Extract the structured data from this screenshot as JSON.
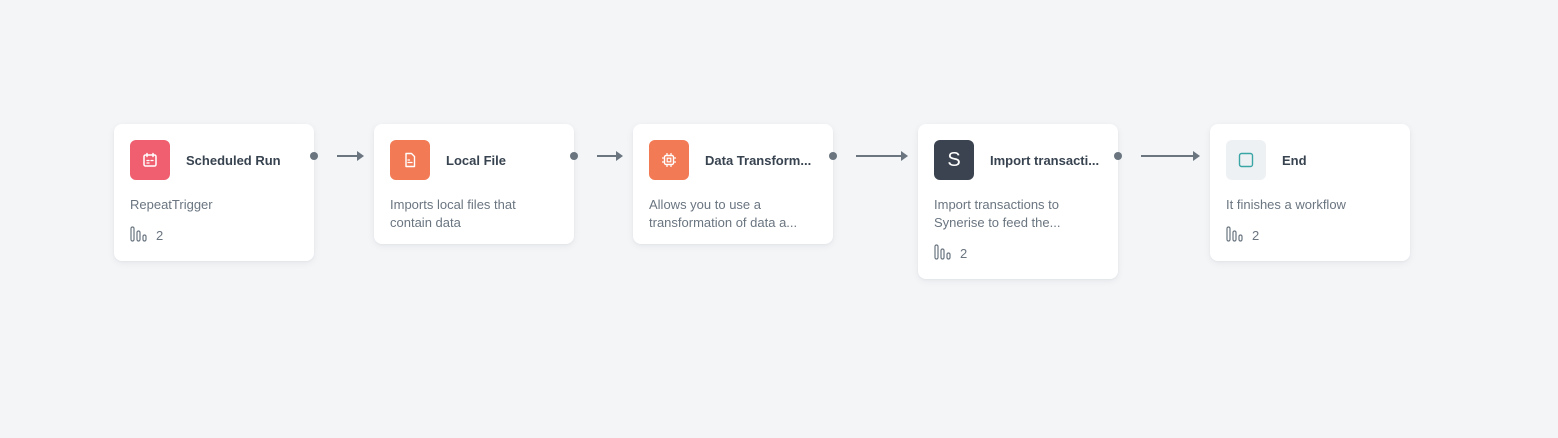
{
  "colors": {
    "canvas_bg": "#f3f5f7",
    "trigger_icon_bg": "#f05f6f",
    "file_icon_bg": "#f27a55",
    "transform_icon_bg": "#f27a55",
    "synerise_icon_bg": "#3b4350",
    "end_icon_bg": "#eef1f4",
    "end_icon_stroke": "#3aa5a5",
    "connector": "#6a7580"
  },
  "nodes": [
    {
      "title": "Scheduled Run",
      "description": "RepeatTrigger",
      "icon": "calendar-icon",
      "stats_icon": "bar-stats-icon",
      "stats_count": "2"
    },
    {
      "title": "Local File",
      "description": "Imports local files that contain data",
      "icon": "file-icon"
    },
    {
      "title": "Data Transform...",
      "description": "Allows you to use a transformation of data a...",
      "icon": "chip-icon"
    },
    {
      "title": "Import transacti...",
      "description": "Import transactions to Synerise to feed the...",
      "icon": "synerise-s-icon",
      "icon_letter": "S",
      "stats_icon": "bar-stats-icon",
      "stats_count": "2"
    },
    {
      "title": "End",
      "description": "It finishes a workflow",
      "icon": "square-stop-icon",
      "stats_icon": "bar-stats-icon",
      "stats_count": "2"
    }
  ]
}
